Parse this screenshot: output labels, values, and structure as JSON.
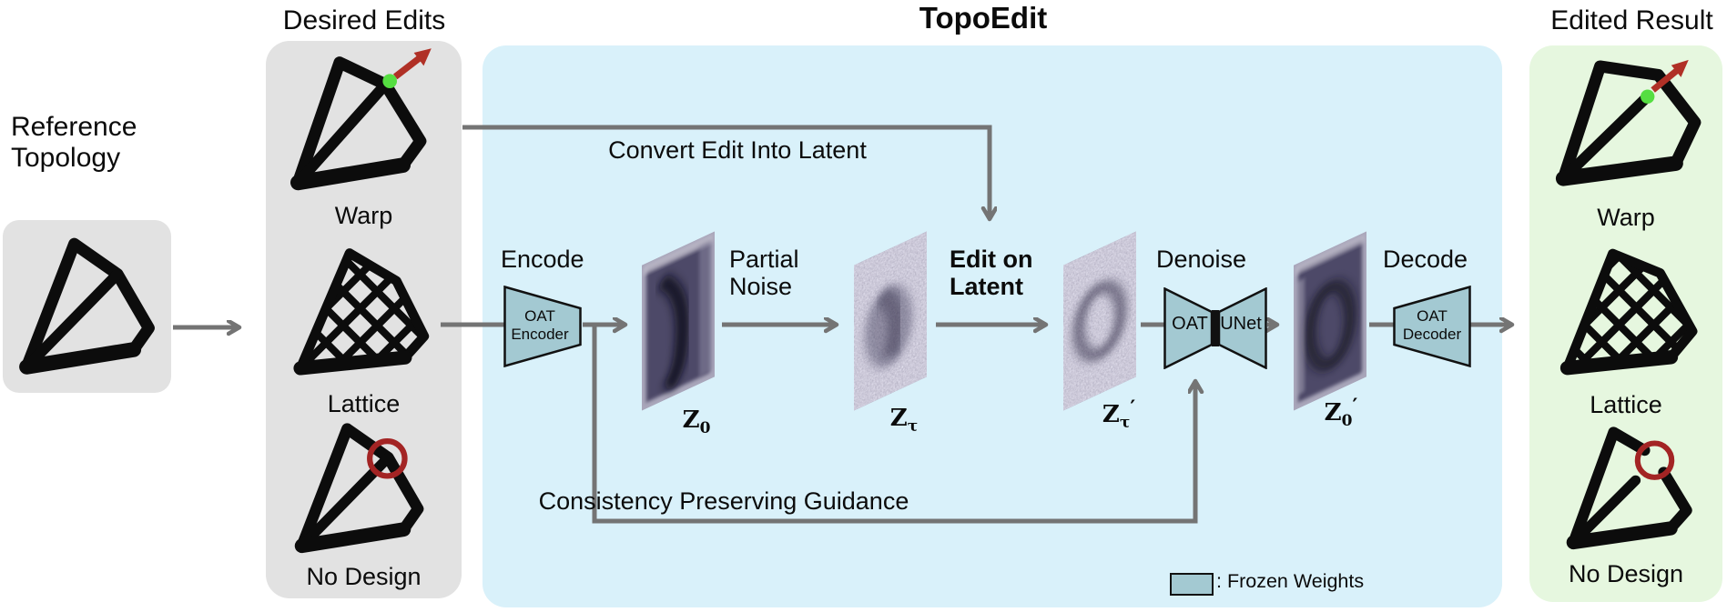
{
  "titles": {
    "reference": "Reference\nTopology",
    "desired_edits": "Desired Edits",
    "topoedit": "TopoEdit",
    "edited_result": "Edited Result"
  },
  "desired_edits": {
    "warp": "Warp",
    "lattice": "Lattice",
    "no_design": "No Design"
  },
  "edited_results": {
    "warp": "Warp",
    "lattice": "Lattice",
    "no_design": "No Design"
  },
  "pipeline": {
    "encode": "Encode",
    "encoder": "OAT\nEncoder",
    "partial_noise": "Partial\nNoise",
    "edit_on_latent": "Edit on\nLatent",
    "denoise": "Denoise",
    "unet_left": "OAT",
    "unet_right": "UNet",
    "decode": "Decode",
    "decoder": "OAT\nDecoder",
    "convert_edit": "Convert Edit Into Latent",
    "guidance": "Consistency Preserving Guidance",
    "latents": {
      "z0": {
        "base": "Z",
        "sub": "0",
        "prime": ""
      },
      "zt": {
        "base": "Z",
        "sub": "τ",
        "prime": ""
      },
      "zt_prime": {
        "base": "Z",
        "sub": "τ",
        "prime": "′"
      },
      "z0_prime": {
        "base": "Z",
        "sub": "0",
        "prime": "′"
      }
    }
  },
  "legend": {
    "frozen_weights": ": Frozen Weights"
  },
  "colors": {
    "topoedit_panel": "#d9f1fa",
    "input_panel": "#e2e2e2",
    "result_panel": "#e6f7df",
    "frozen_module": "#a3c9d2",
    "arrow_gray": "#747474",
    "edit_arrow_red": "#b03026",
    "edit_point_green": "#55de41",
    "remove_circle_red": "#a32424"
  }
}
